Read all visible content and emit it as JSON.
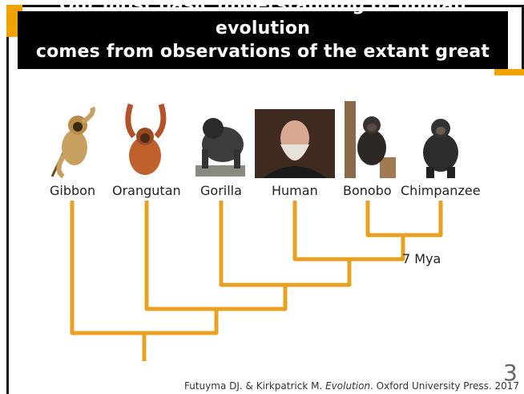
{
  "slide": {
    "title_line1": "Our most basic understanding of human evolution",
    "title_line2": "comes from observations of the extant great apes",
    "page_number": "3",
    "citation_authors": "Futuyma DJ. & Kirkpatrick M.",
    "citation_title": "Evolution",
    "citation_rest": ". Oxford University Press. 2017"
  },
  "species": [
    {
      "label": "Gibbon"
    },
    {
      "label": "Orangutan"
    },
    {
      "label": "Gorilla"
    },
    {
      "label": "Human"
    },
    {
      "label": "Bonobo"
    },
    {
      "label": "Chimpanzee"
    }
  ],
  "divergence_label": "7 Mya",
  "colors": {
    "tree": "#e8a020",
    "title_bg": "#000000",
    "accent": "#f0a300"
  }
}
